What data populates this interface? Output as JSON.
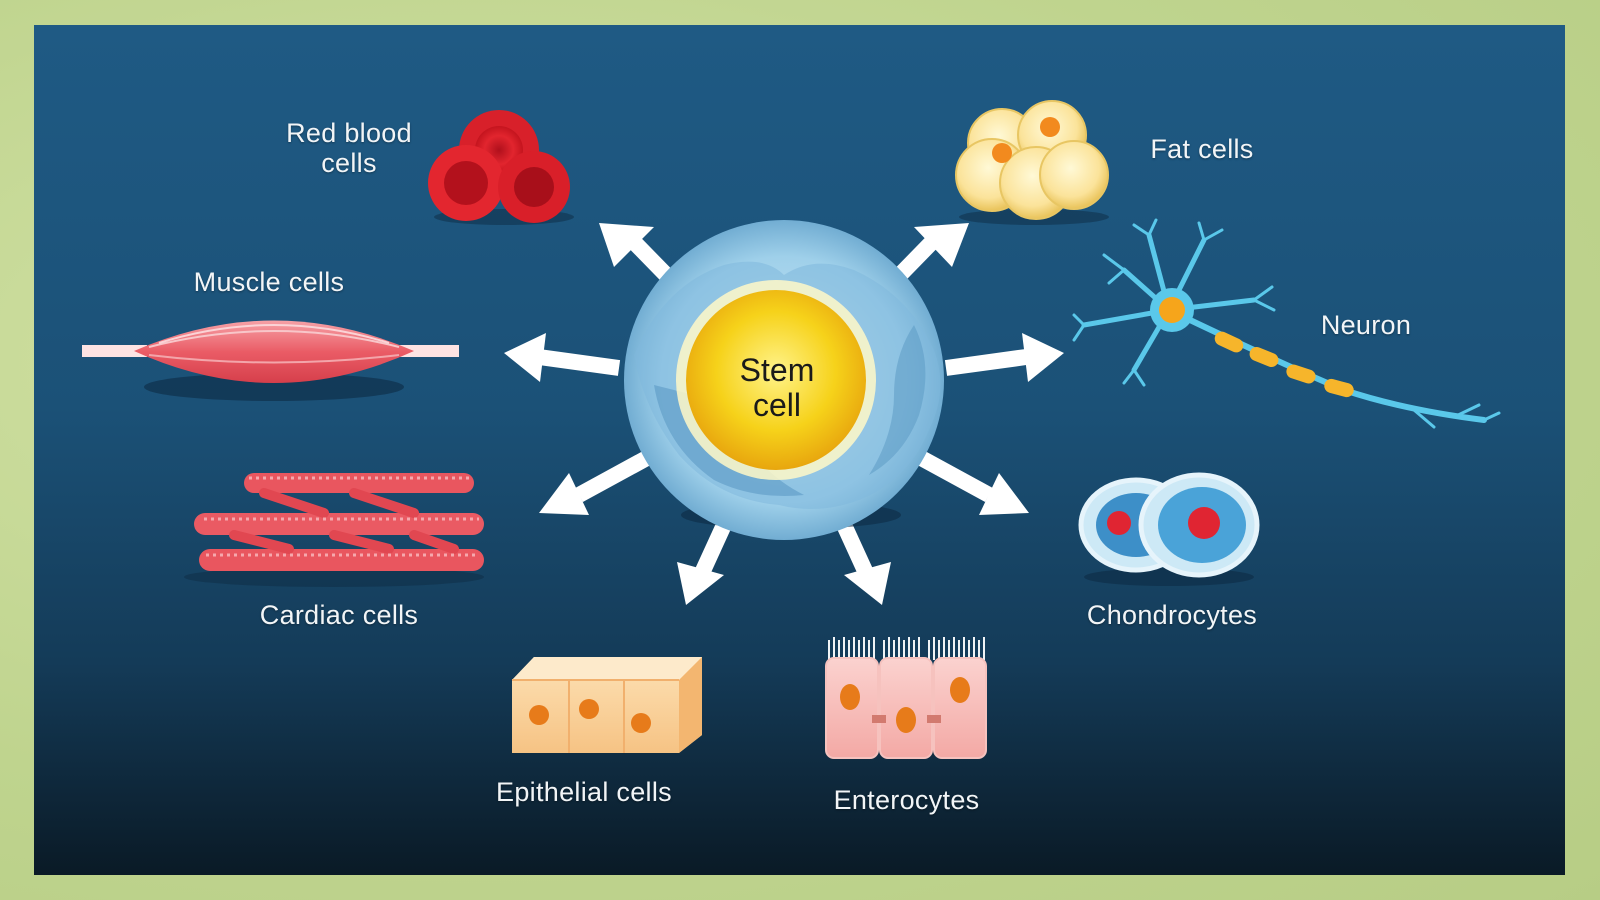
{
  "center": {
    "label": "Stem\ncell"
  },
  "cells": [
    {
      "id": "red-blood-cells",
      "label": "Red blood\ncells"
    },
    {
      "id": "fat-cells",
      "label": "Fat cells"
    },
    {
      "id": "muscle-cells",
      "label": "Muscle cells"
    },
    {
      "id": "neuron",
      "label": "Neuron"
    },
    {
      "id": "cardiac-cells",
      "label": "Cardiac cells"
    },
    {
      "id": "chondrocytes",
      "label": "Chondrocytes"
    },
    {
      "id": "epithelial-cells",
      "label": "Epithelial cells"
    },
    {
      "id": "enterocytes",
      "label": "Enterocytes"
    }
  ],
  "colors": {
    "panel_top": "#1f5a84",
    "panel_bottom": "#0a1a26",
    "frame": "#c5d896",
    "arrow": "#ffffff",
    "nucleus": "#f7d21a"
  }
}
